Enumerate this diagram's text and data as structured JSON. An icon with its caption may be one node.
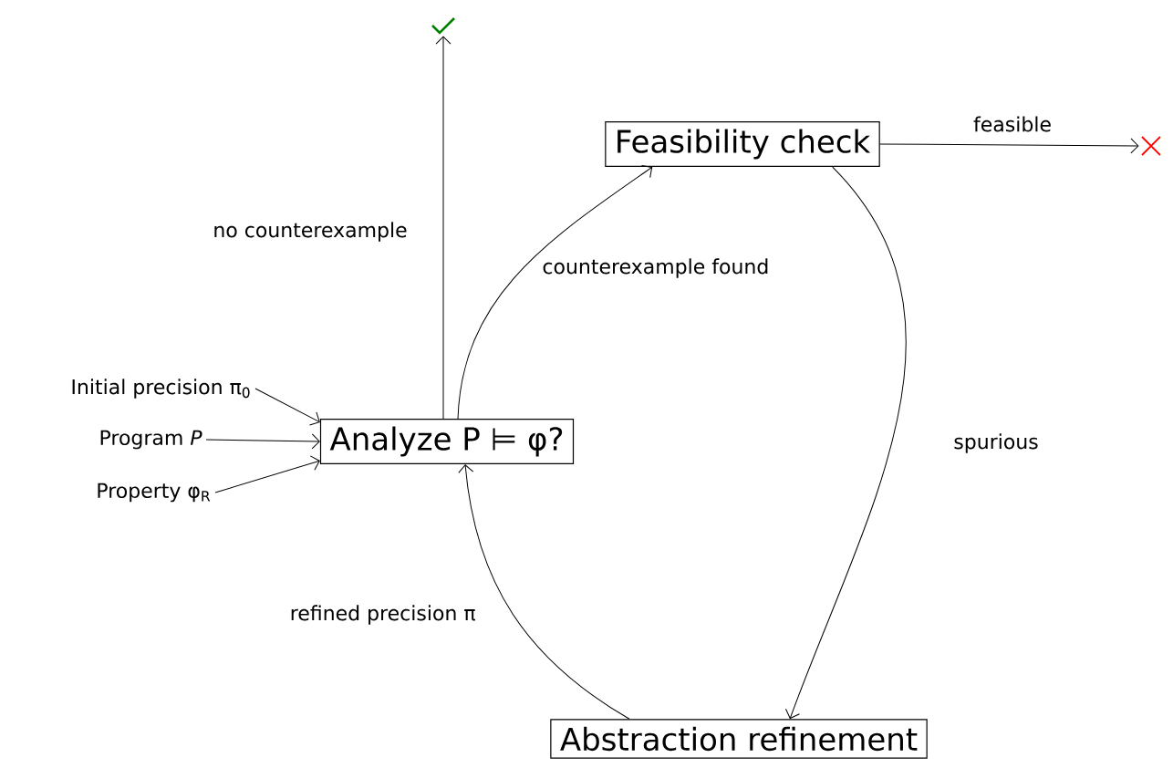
{
  "diagram": {
    "nodes": [
      {
        "text": [
          "Analyze P ⊨ φ?"
        ]
      },
      {
        "text": [
          "Feasibility check"
        ]
      },
      {
        "text": [
          "Abstraction refinement"
        ]
      },
      {
        "text": [],
        "shape": "checkmark"
      },
      {
        "text": [],
        "shape": "cross"
      },
      {
        "text": [
          "Initial precision π$_{0}$"
        ]
      },
      {
        "text": [
          "Program *P*"
        ]
      },
      {
        "text": [
          "Property φ$_{R}$"
        ]
      }
    ],
    "edges": [
      {
        "from": 5,
        "to": 0,
        "arrow": "to"
      },
      {
        "from": 6,
        "to": 0,
        "arrow": "to"
      },
      {
        "from": 7,
        "to": 0,
        "arrow": "to"
      },
      {
        "from": 0,
        "to": 3,
        "arrow": "to",
        "label": "no counterexample"
      },
      {
        "from": 0,
        "to": 1,
        "arrow": "to",
        "label": "counterexample found"
      },
      {
        "from": 1,
        "to": 4,
        "arrow": "to",
        "label": "feasible"
      },
      {
        "from": 1,
        "to": 2,
        "arrow": "to",
        "label": "spurious"
      },
      {
        "from": 2,
        "to": 0,
        "arrow": "to",
        "label": "refined precision π"
      }
    ]
  }
}
